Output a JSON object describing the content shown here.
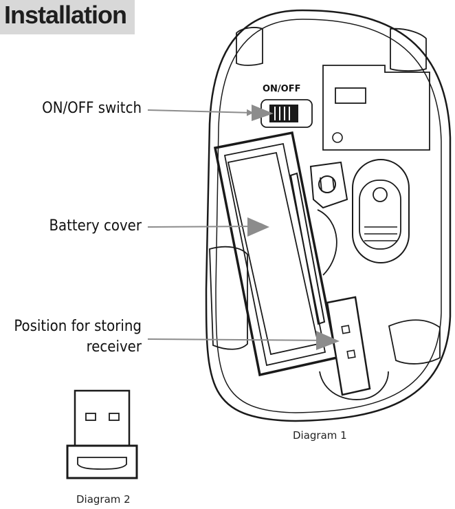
{
  "title": "Installation",
  "callouts": {
    "switch": "ON/OFF switch",
    "cover": "Battery cover",
    "receiver_line1": "Position for storing",
    "receiver_line2": "receiver"
  },
  "switch_marking": "ON/OFF",
  "captions": {
    "diagram1": "Diagram 1",
    "diagram2": "Diagram 2"
  },
  "colors": {
    "title_background": "#d8d8d8",
    "arrow": "#8c8c8c",
    "line": "#1a1a1a"
  }
}
